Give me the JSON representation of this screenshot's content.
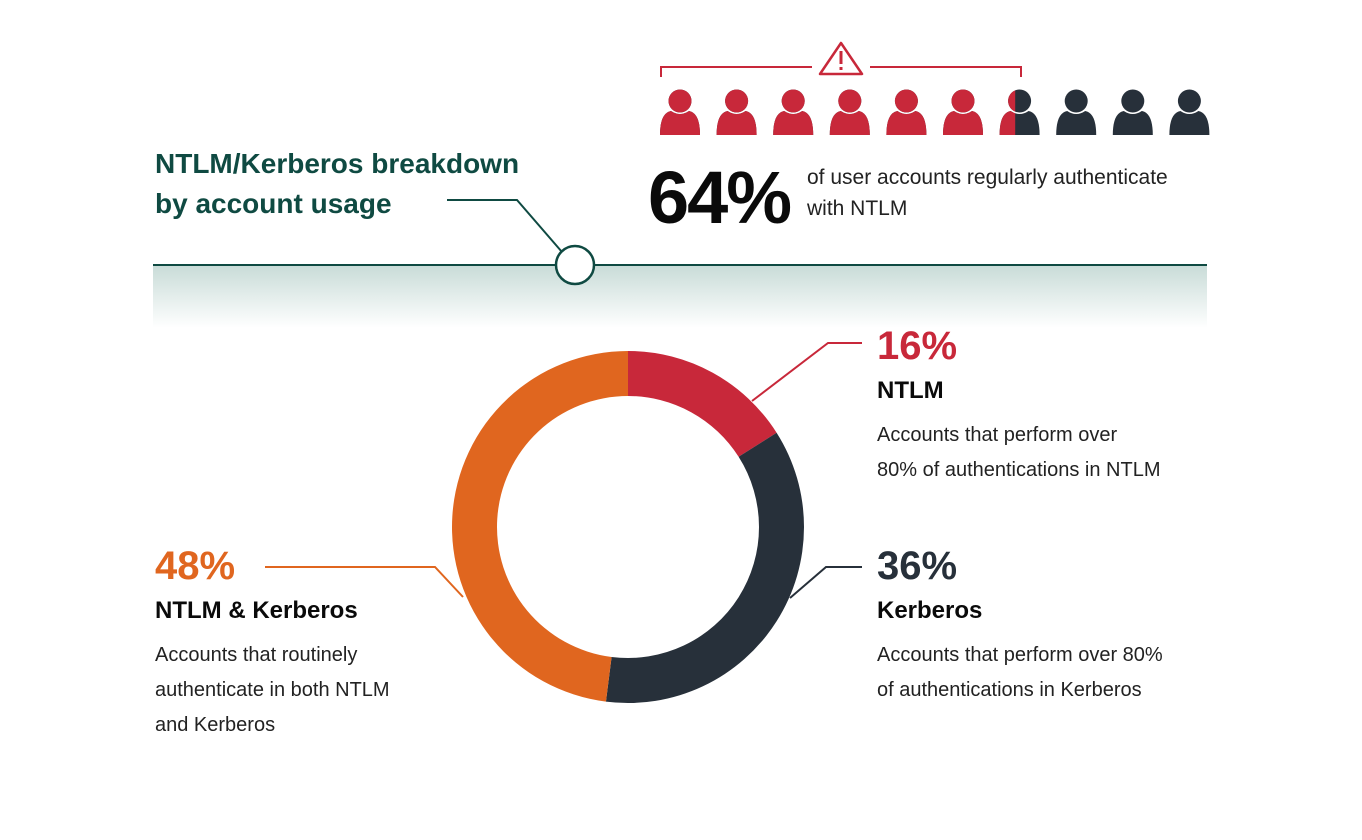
{
  "header": {
    "title_line1": "NTLM/Kerberos breakdown",
    "title_line2": "by account usage"
  },
  "headline": {
    "value": "64%",
    "desc_line1": "of user accounts regularly authenticate",
    "desc_line2": "with NTLM",
    "people_total": 10,
    "people_ntlm": 6.4,
    "icon": "warning-triangle-icon"
  },
  "colors": {
    "ntlm": "#c8283a",
    "kerberos": "#27303a",
    "both": "#e0661f",
    "title": "#0f4a42"
  },
  "chart_data": {
    "type": "pie",
    "subtype": "donut",
    "title": "NTLM/Kerberos breakdown by account usage",
    "slices": [
      {
        "name": "NTLM",
        "value": 16,
        "pct_label": "16%",
        "desc_line1": "Accounts that perform over",
        "desc_line2": "80% of authentications in NTLM",
        "desc_line3": "",
        "color": "#c8283a"
      },
      {
        "name": "Kerberos",
        "value": 36,
        "pct_label": "36%",
        "desc_line1": "Accounts that perform over 80%",
        "desc_line2": "of authentications in Kerberos",
        "desc_line3": "",
        "color": "#27303a"
      },
      {
        "name": "NTLM & Kerberos",
        "value": 48,
        "pct_label": "48%",
        "desc_line1": "Accounts that routinely",
        "desc_line2": "authenticate in both NTLM",
        "desc_line3": "and Kerberos",
        "color": "#e0661f"
      }
    ]
  }
}
